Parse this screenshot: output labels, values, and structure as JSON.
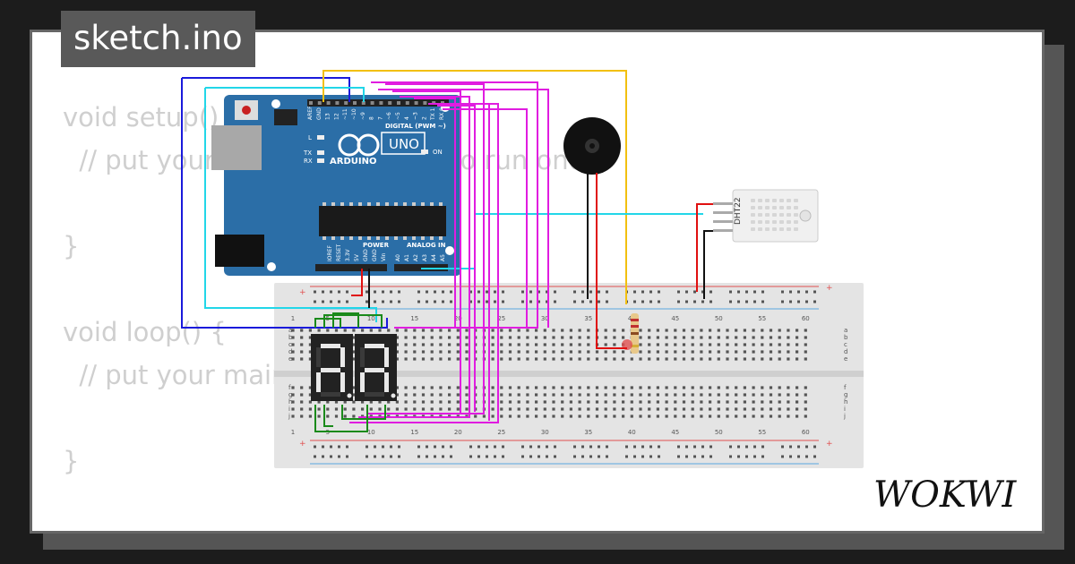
{
  "title": "sketch.ino",
  "code_lines": [
    "void setup() {",
    "  // put your setup code here, to run once:",
    "",
    "}",
    "",
    "void loop() {",
    "  // put your main code here, to run repeatedly:",
    "",
    "}"
  ],
  "brand": "WOKWI",
  "arduino": {
    "brand_label": "ARDUINO",
    "model_label": "UNO",
    "digital_label": "DIGITAL (PWM ~)",
    "power_label": "POWER",
    "analog_label": "ANALOG IN",
    "on_label": "ON",
    "l_label": "L",
    "tx_label": "TX",
    "rx_label": "RX",
    "digital_pins": [
      "AREF",
      "GND",
      "13",
      "12",
      "~11",
      "~10",
      "~9",
      "8",
      "7",
      "~6",
      "~5",
      "4",
      "~3",
      "2",
      "TX 1",
      "RX 0"
    ],
    "power_pins": [
      "IOREF",
      "RESET",
      "3.3V",
      "5V",
      "GND",
      "GND",
      "Vin"
    ],
    "analog_pins": [
      "A0",
      "A1",
      "A2",
      "A3",
      "A4",
      "A5"
    ]
  },
  "sensor_label": "DHT22",
  "breadboard": {
    "column_numbers": [
      "1",
      "5",
      "10",
      "15",
      "20",
      "25",
      "30",
      "35",
      "40",
      "45",
      "50",
      "55",
      "60"
    ],
    "row_letters_top": [
      "a",
      "b",
      "c",
      "d",
      "e"
    ],
    "row_letters_bottom": [
      "f",
      "g",
      "h",
      "i",
      "j"
    ]
  },
  "colors": {
    "pcb": "#2b6ea7",
    "wire_blue": "#1a1adb",
    "wire_cyan": "#22d6e8",
    "wire_yellow": "#f2c010",
    "wire_magenta": "#e01ce0",
    "wire_green": "#1a8a1a",
    "wire_red": "#e01010",
    "wire_black": "#111111",
    "led_segment_on": "#e8e8e8"
  }
}
